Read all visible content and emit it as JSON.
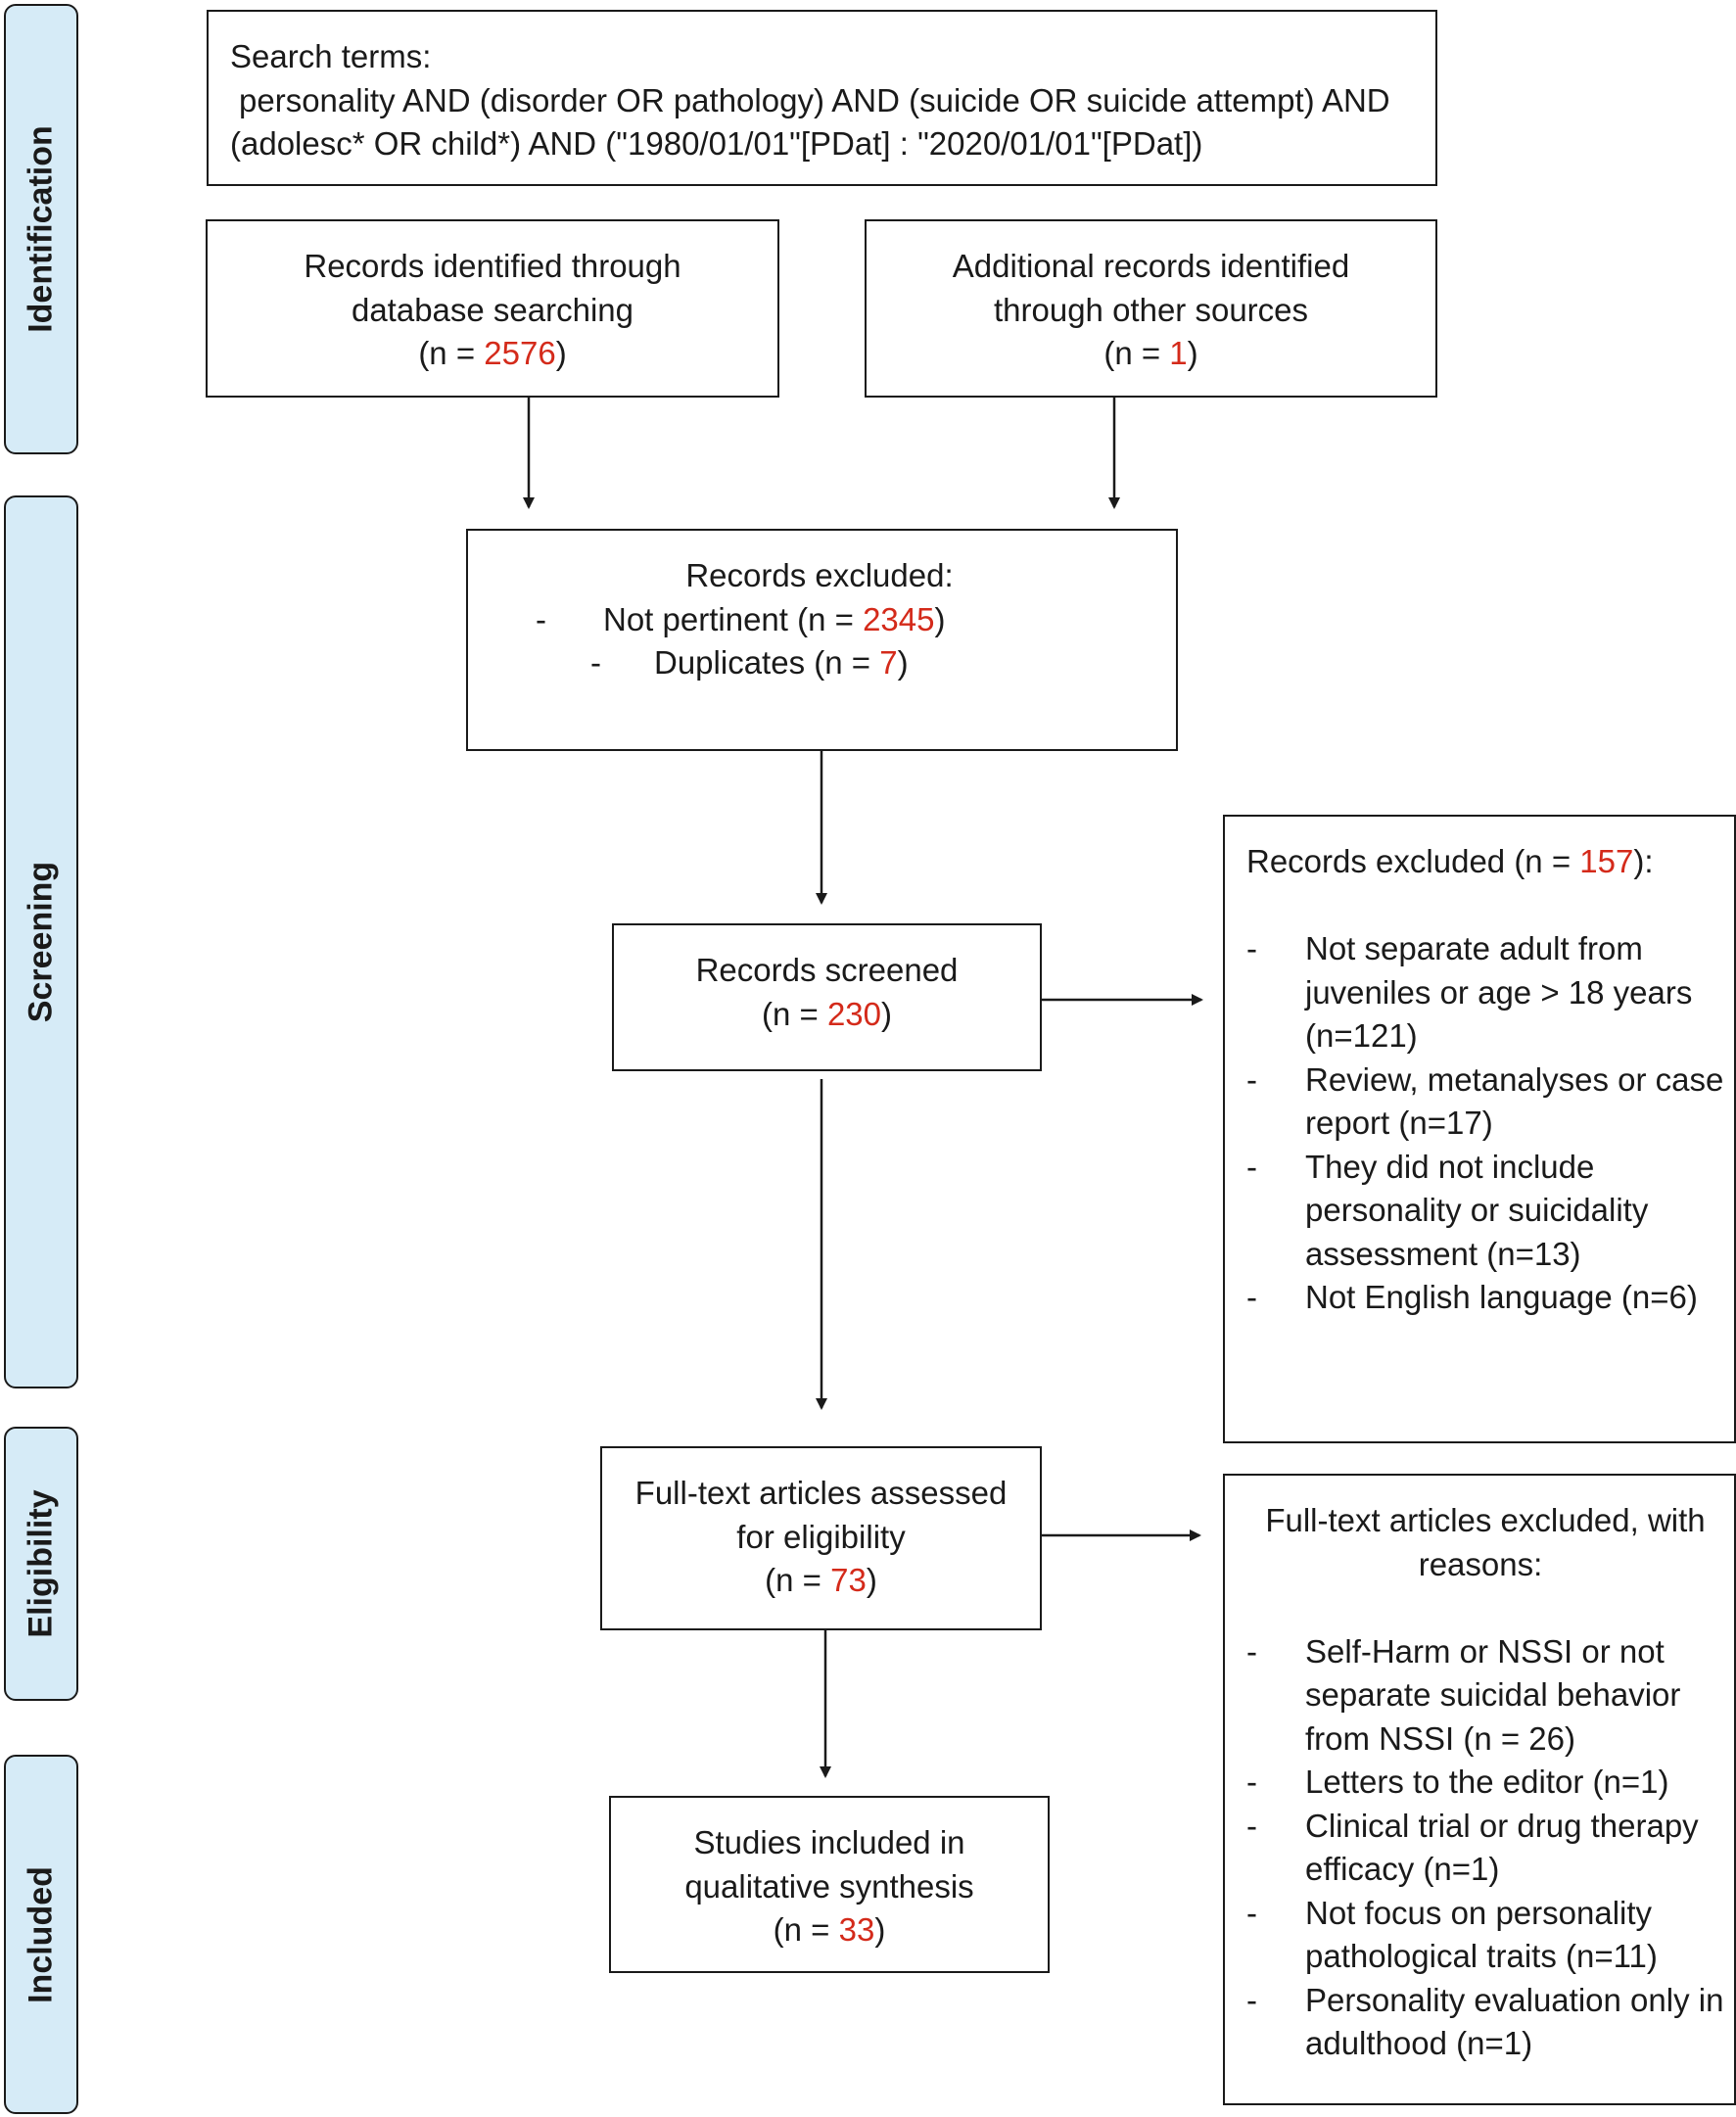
{
  "phases": {
    "identification": "Identification",
    "screening": "Screening",
    "eligibility": "Eligibility",
    "included": "Included"
  },
  "search_box": {
    "line1": "Search terms:",
    "line2": "personality AND (disorder OR pathology) AND (suicide OR suicide attempt) AND",
    "line3": "(adolesc* OR child*) AND (\"1980/01/01\"[PDat] : \"2020/01/01\"[PDat])"
  },
  "database_box": {
    "line1": "Records identified through",
    "line2": "database searching",
    "n_prefix": "(n = ",
    "n": "2576",
    "n_suffix": ")"
  },
  "other_sources_box": {
    "line1": "Additional records identified",
    "line2": "through other sources",
    "n_prefix": "(n = ",
    "n": "1",
    "n_suffix": ")"
  },
  "excluded_box_1": {
    "title": "Records excluded:",
    "dash": "-",
    "item1_prefix": "Not pertinent (n = ",
    "item1_n": "2345",
    "item1_suffix": ")",
    "item2_prefix": "Duplicates (n = ",
    "item2_n": "7",
    "item2_suffix": ")"
  },
  "screened_box": {
    "line1": "Records screened",
    "n_prefix": "(n = ",
    "n": "230",
    "n_suffix": ")"
  },
  "excluded_box_2": {
    "title_prefix": "Records excluded (n = ",
    "title_n": "157",
    "title_suffix": "):",
    "dash": "-",
    "items": [
      "Not separate adult from juveniles or age > 18 years (n=121)",
      "Review, metanalyses or case report (n=17)",
      "They did not include personality or suicidality assessment (n=13)",
      "Not English language (n=6)"
    ]
  },
  "fulltext_box": {
    "line1": "Full-text articles assessed",
    "line2": "for eligibility",
    "n_prefix": "(n = ",
    "n": "73",
    "n_suffix": ")"
  },
  "fulltext_excluded_box": {
    "line1": "Full-text articles excluded, with",
    "line2": "reasons:",
    "dash": "-",
    "items": [
      "Self-Harm or NSSI or not separate suicidal behavior from NSSI (n = 26)",
      "Letters to the editor (n=1)",
      "Clinical trial or drug therapy efficacy (n=1)",
      "Not focus on personality pathological traits (n=11)",
      "Personality evaluation only in adulthood (n=1)"
    ]
  },
  "included_box": {
    "line1": "Studies included in",
    "line2": "qualitative synthesis",
    "n_prefix": "(n = ",
    "n": "33",
    "n_suffix": ")"
  },
  "colors": {
    "phase_fill": "#d6ebf7",
    "highlight": "#d42a1a",
    "border": "#1a1a1a"
  }
}
